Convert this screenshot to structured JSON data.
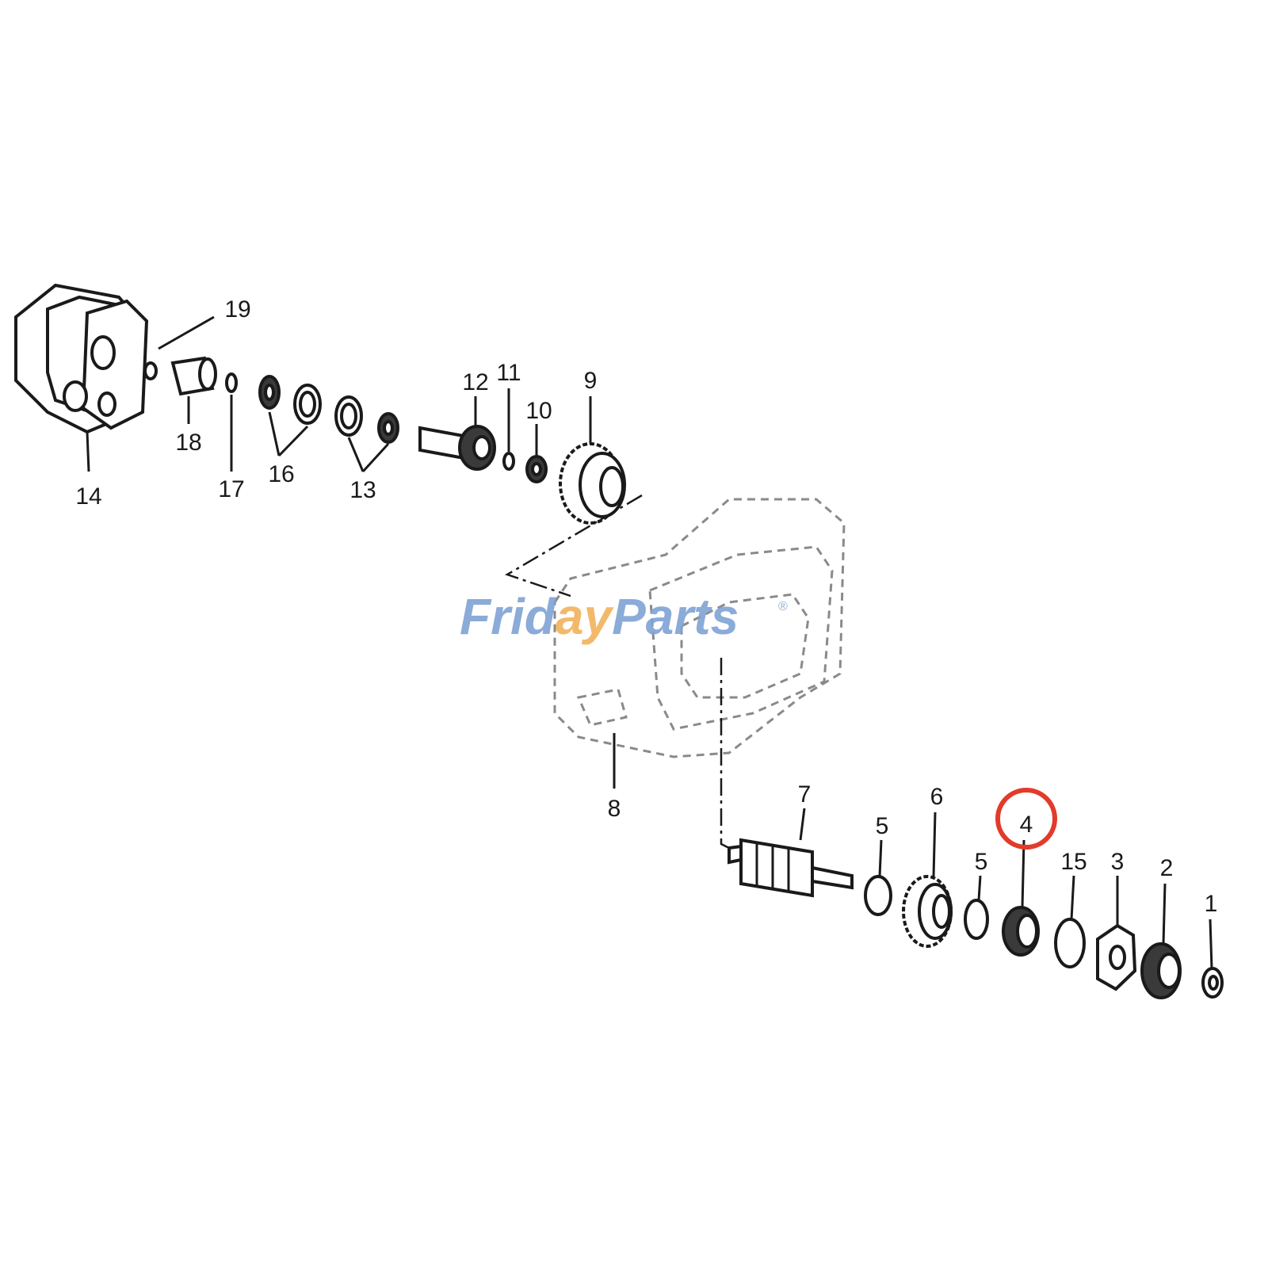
{
  "watermark": {
    "part1": "Frid",
    "part2": "ay",
    "part3": "Parts",
    "mark": "®"
  },
  "callouts": {
    "c1": "1",
    "c2": "2",
    "c3": "3",
    "c4": "4",
    "c5a": "5",
    "c5b": "5",
    "c6": "6",
    "c7": "7",
    "c8": "8",
    "c9": "9",
    "c10": "10",
    "c11": "11",
    "c12": "12",
    "c13": "13",
    "c14": "14",
    "c15": "15",
    "c16": "16",
    "c17": "17",
    "c18": "18",
    "c19": "19"
  },
  "highlight": {
    "part": "4",
    "color": "#e23b2a"
  },
  "colors": {
    "line": "#1a1a1a",
    "housing": "#8a8a8a",
    "watermark_blue": "#7fa3d4",
    "watermark_orange": "#f2b25c"
  }
}
